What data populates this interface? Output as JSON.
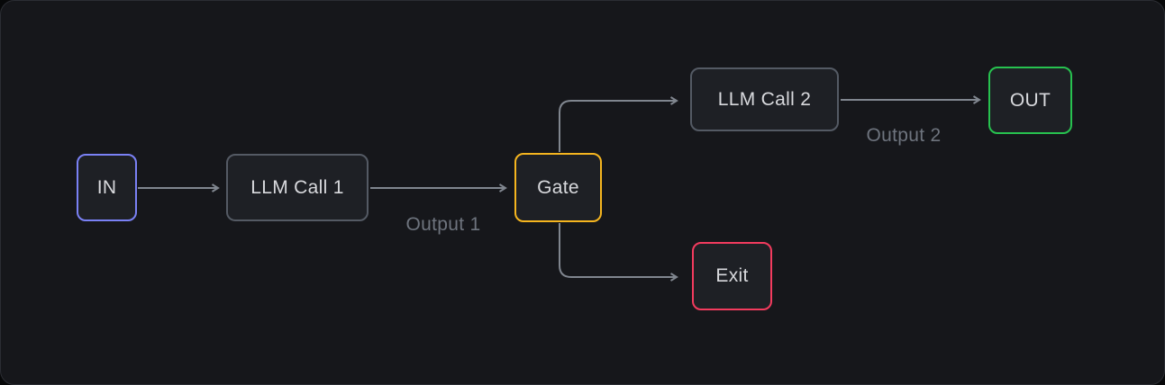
{
  "diagram": {
    "title": "llm-gate-routing-flow",
    "nodes": {
      "in": {
        "label": "IN"
      },
      "llm1": {
        "label": "LLM Call 1"
      },
      "gate": {
        "label": "Gate"
      },
      "llm2": {
        "label": "LLM Call 2"
      },
      "out": {
        "label": "OUT"
      },
      "exit": {
        "label": "Exit"
      }
    },
    "edge_labels": {
      "output1": "Output 1",
      "output2": "Output 2"
    },
    "edges": [
      {
        "from": "in",
        "to": "llm1",
        "label": ""
      },
      {
        "from": "llm1",
        "to": "gate",
        "label": "Output 1"
      },
      {
        "from": "gate",
        "to": "llm2",
        "label": ""
      },
      {
        "from": "llm2",
        "to": "out",
        "label": "Output 2"
      },
      {
        "from": "gate",
        "to": "exit",
        "label": ""
      }
    ],
    "colors": {
      "outer_bg": "#070809",
      "panel_bg": "#16171b",
      "panel_border": "#2b2d33",
      "node_fill": "#1e2025",
      "node_text": "#d8d9dd",
      "edge": "#80868f",
      "edge_label": "#6e747e",
      "accent_in": "#7a81f5",
      "accent_default": "#545a64",
      "accent_gate": "#f5b51f",
      "accent_out": "#27c24f",
      "accent_exit": "#f33b5e"
    }
  }
}
